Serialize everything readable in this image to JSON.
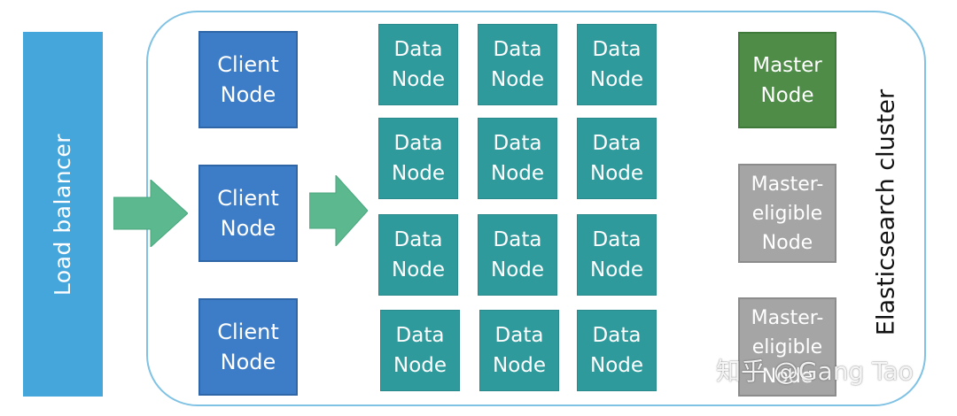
{
  "load_balancer": {
    "label": "Load balancer"
  },
  "cluster": {
    "label": "Elasticsearch cluster"
  },
  "client_nodes": [
    {
      "label": "Client\nNode"
    },
    {
      "label": "Client\nNode"
    },
    {
      "label": "Client\nNode"
    }
  ],
  "data_nodes": [
    {
      "label": "Data\nNode"
    },
    {
      "label": "Data\nNode"
    },
    {
      "label": "Data\nNode"
    },
    {
      "label": "Data\nNode"
    },
    {
      "label": "Data\nNode"
    },
    {
      "label": "Data\nNode"
    },
    {
      "label": "Data\nNode"
    },
    {
      "label": "Data\nNode"
    },
    {
      "label": "Data\nNode"
    },
    {
      "label": "Data\nNode"
    },
    {
      "label": "Data\nNode"
    },
    {
      "label": "Data\nNode"
    }
  ],
  "master_node": {
    "label": "Master\nNode"
  },
  "eligible_nodes": [
    {
      "label": "Master-\neligible\nNode"
    },
    {
      "label": "Master-\neligible\nNode"
    }
  ],
  "watermark": {
    "text": "知乎 @Gang Tao"
  },
  "colors": {
    "load_balancer": "#45a6dc",
    "client_node": "#3d7cc6",
    "data_node": "#2f9a9c",
    "master_node": "#4e8c48",
    "eligible_node": "#a5a5a5",
    "arrow": "#5cb88e",
    "cluster_border": "#7fc2e4"
  }
}
